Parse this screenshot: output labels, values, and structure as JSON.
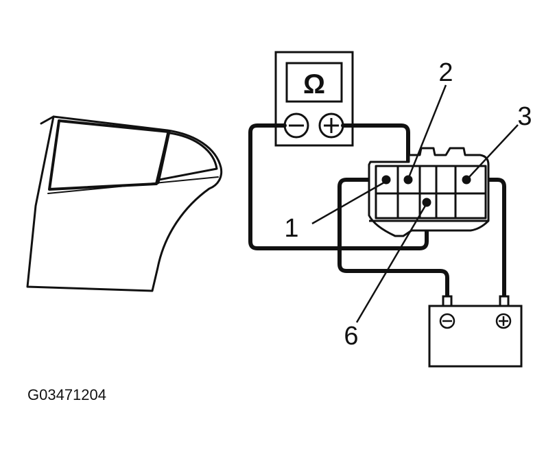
{
  "figure_code": "G03471204",
  "meter": {
    "symbol": "Ω",
    "neg_terminal": "−",
    "pos_terminal": "+"
  },
  "battery": {
    "neg_terminal": "−",
    "pos_terminal": "+"
  },
  "callouts": {
    "pin_1": "1",
    "pin_2": "2",
    "pin_3": "3",
    "pin_6": "6"
  }
}
